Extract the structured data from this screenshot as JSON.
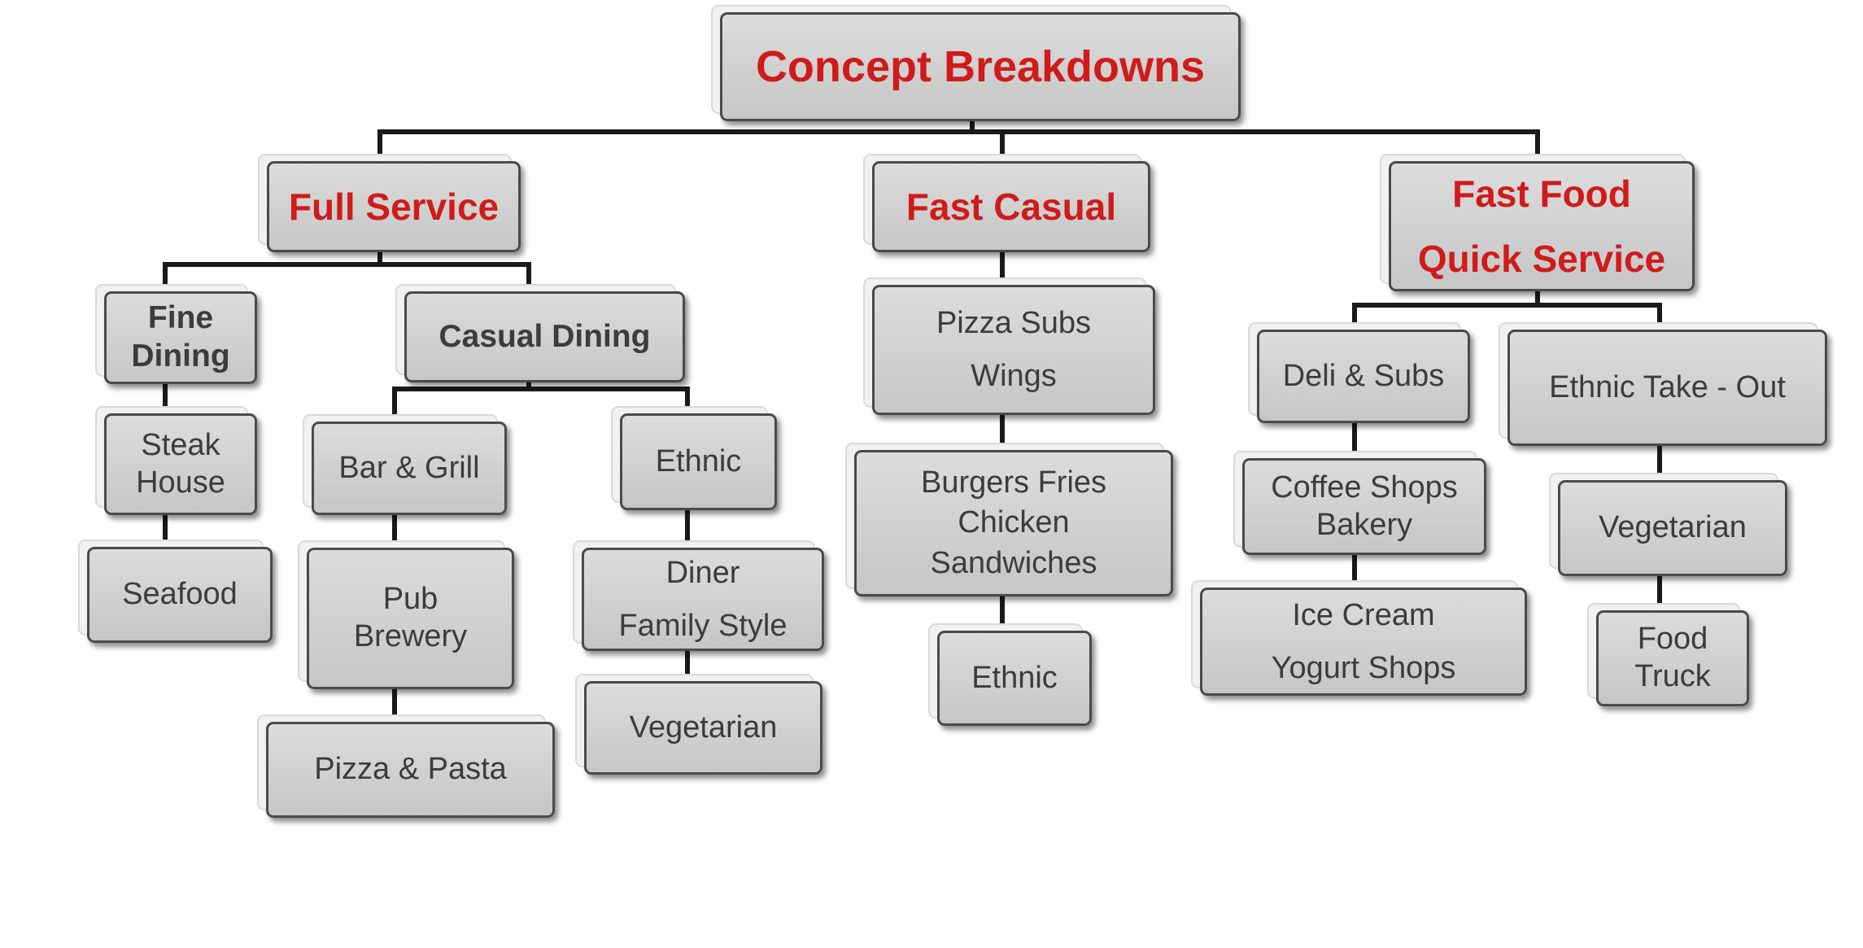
{
  "diagram": {
    "title": "Concept Breakdowns",
    "colors": {
      "heading_text": "#d01b1b",
      "node_text": "#3c3c3c",
      "node_fill": "#d2d2d2",
      "connector": "#1a1a1a"
    },
    "categories": {
      "full_service": {
        "label": "Full Service",
        "fine_dining": {
          "label": "Fine\nDining",
          "steak_house": "Steak\nHouse",
          "seafood": "Seafood"
        },
        "casual_dining": {
          "label": "Casual Dining",
          "bar_grill": "Bar & Grill",
          "pub_brewery": "Pub\nBrewery",
          "pizza_pasta": "Pizza & Pasta",
          "ethnic": "Ethnic",
          "diner_family_style": "Diner\nFamily Style",
          "vegetarian": "Vegetarian"
        }
      },
      "fast_casual": {
        "label": "Fast Casual",
        "pizza_subs_wings": "Pizza Subs\nWings",
        "burgers_fries_chicken": "Burgers  Fries\nChicken\nSandwiches",
        "ethnic": "Ethnic"
      },
      "fast_food": {
        "label": "Fast Food\nQuick Service",
        "deli_subs": "Deli & Subs",
        "coffee_shops_bakery": "Coffee Shops\nBakery",
        "ice_cream_yogurt": "Ice Cream\nYogurt Shops",
        "ethnic_take_out": "Ethnic Take - Out",
        "vegetarian": "Vegetarian",
        "food_truck": "Food\nTruck"
      }
    }
  }
}
